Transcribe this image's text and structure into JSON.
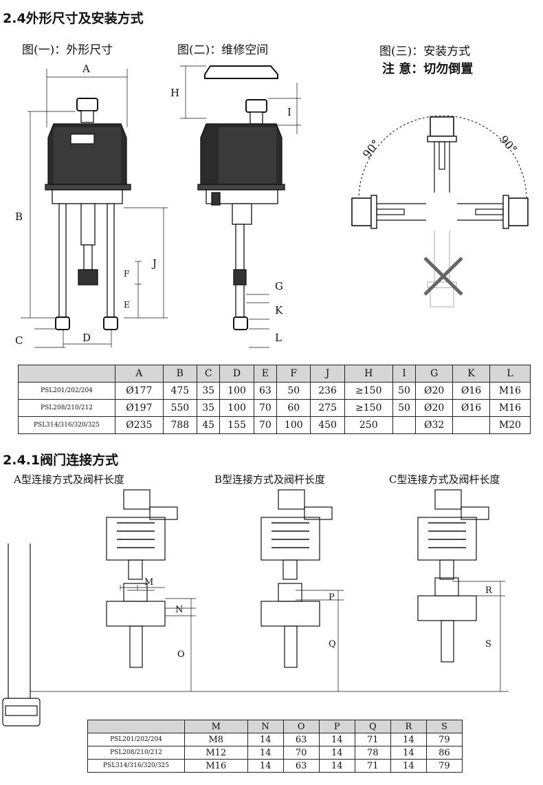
{
  "section_title": "2.4外形尺寸及安装方式",
  "fig1_caption": "图(一)：外形尺寸",
  "fig2_caption": "图(二)：维修空间",
  "fig3_caption": "图(三)：安装方式",
  "fig3_note": "注 意：切勿倒置",
  "dim_labels": {
    "A": "A",
    "B": "B",
    "C": "C",
    "D": "D",
    "E": "E",
    "F": "F",
    "J": "J",
    "H": "H",
    "I": "I",
    "G": "G",
    "K": "K",
    "L": "L",
    "M": "M",
    "N": "N",
    "O": "O",
    "P": "P",
    "Q": "Q",
    "R": "R",
    "S": "S"
  },
  "angle_label": "90°",
  "table1": {
    "headers": [
      "",
      "A",
      "B",
      "C",
      "D",
      "E",
      "F",
      "J",
      "H",
      "I",
      "G",
      "K",
      "L"
    ],
    "rows": [
      [
        "PSL201/202/204",
        "Ø177",
        "475",
        "35",
        "100",
        "63",
        "50",
        "236",
        "≥150",
        "50",
        "Ø20",
        "Ø16",
        "M16"
      ],
      [
        "PSL208/210/212",
        "Ø197",
        "550",
        "35",
        "100",
        "70",
        "60",
        "275",
        "≥150",
        "50",
        "Ø20",
        "Ø16",
        "M16"
      ],
      [
        "PSL314/316/320/325",
        "Ø235",
        "788",
        "45",
        "155",
        "70",
        "100",
        "450",
        "250",
        "",
        "Ø32",
        "",
        "M20"
      ]
    ]
  },
  "subsection_title": "2.4.1阀门连接方式",
  "conn_captions": [
    "A型连接方式及阀杆长度",
    "B型连接方式及阀杆长度",
    "C型连接方式及阀杆长度"
  ],
  "table2": {
    "headers": [
      "",
      "M",
      "N",
      "O",
      "P",
      "Q",
      "R",
      "S"
    ],
    "rows": [
      [
        "PSL201/202/204",
        "M8",
        "14",
        "63",
        "14",
        "71",
        "14",
        "79"
      ],
      [
        "PSL208/210/212",
        "M12",
        "14",
        "70",
        "14",
        "78",
        "14",
        "86"
      ],
      [
        "PSL314/316/320/325",
        "M16",
        "14",
        "63",
        "14",
        "71",
        "14",
        "79"
      ]
    ]
  }
}
